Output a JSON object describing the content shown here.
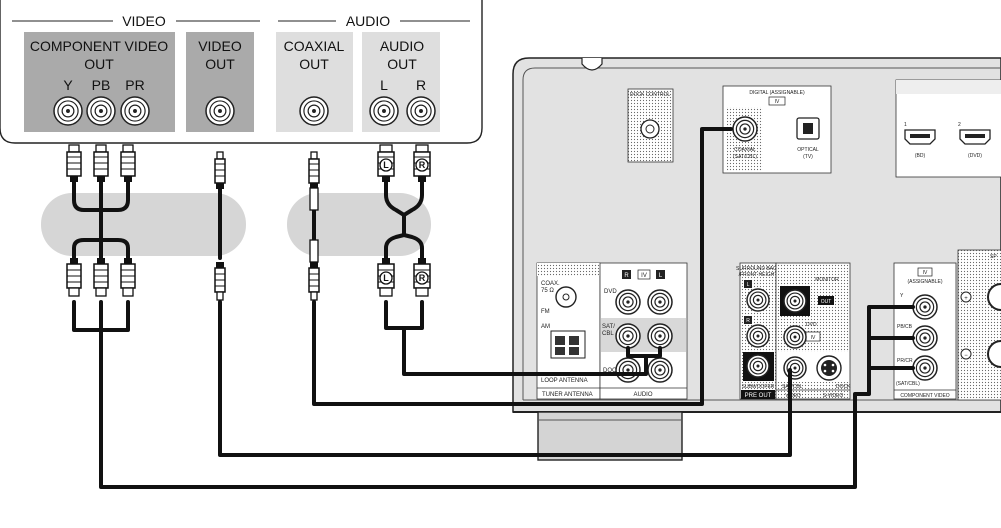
{
  "source_device": {
    "video_header": "VIDEO",
    "audio_header": "AUDIO",
    "component_title_1": "COMPONENT VIDEO",
    "component_title_2": "OUT",
    "comp_y": "Y",
    "comp_pb": "PB",
    "comp_pr": "PR",
    "video_title_1": "VIDEO",
    "video_title_2": "OUT",
    "coaxial_title_1": "COAXIAL",
    "coaxial_title_2": "OUT",
    "audio_title_1": "AUDIO",
    "audio_title_2": "OUT",
    "audio_l": "L",
    "audio_r": "R"
  },
  "plug_markers": {
    "left": "L",
    "right": "R"
  },
  "receiver": {
    "dock_control": "DOCK CONTROL",
    "digital_assignable": "DIGITAL (ASSIGNABLE)",
    "iv": "IV",
    "coaxial": "COAXIAL",
    "coaxial_sub": "(SAT/CBL)",
    "optical": "OPTICAL",
    "optical_sub": "(TV)",
    "hdmi_1": "1",
    "hdmi_1_sub": "(BD)",
    "hdmi_2": "2",
    "hdmi_2_sub": "(DVD)",
    "coax_ant": "COAX.",
    "coax_ohm": "75 Ω",
    "fm": "FM",
    "am": "AM",
    "loop_antenna": "LOOP ANTENNA",
    "tuner_antenna": "TUNER ANTENNA",
    "audio_panel_r": "R",
    "audio_panel_l": "L",
    "dvd": "DVD",
    "sat_cbl_1": "SAT/",
    "sat_cbl_2": "CBL",
    "dock": "DOCK",
    "audio_footer": "AUDIO",
    "surround_back": "SURROUND BACK",
    "front_height": "/FRONT HEIGHT",
    "pre_l": "L",
    "pre_r": "R",
    "subwoofer": "SUBWOOFER",
    "pre_out": "PRE OUT",
    "monitor": "MONITOR",
    "out": "OUT",
    "dvd_v": "DVD",
    "iv_v": "IV",
    "sat_cbl_v": "SAT/CBL",
    "dock_v": "DOCK",
    "video_footer": "VIDEO",
    "svideo_footer": "S-VIDEO",
    "comp_iv": "IV",
    "comp_assignable": "(ASSIGNABLE)",
    "comp_y": "Y",
    "comp_pb": "PB/CB",
    "comp_pr": "PR/CR",
    "comp_sat": "(SAT/CBL)",
    "component_video": "COMPONENT VIDEO",
    "spk_label": "SP"
  }
}
